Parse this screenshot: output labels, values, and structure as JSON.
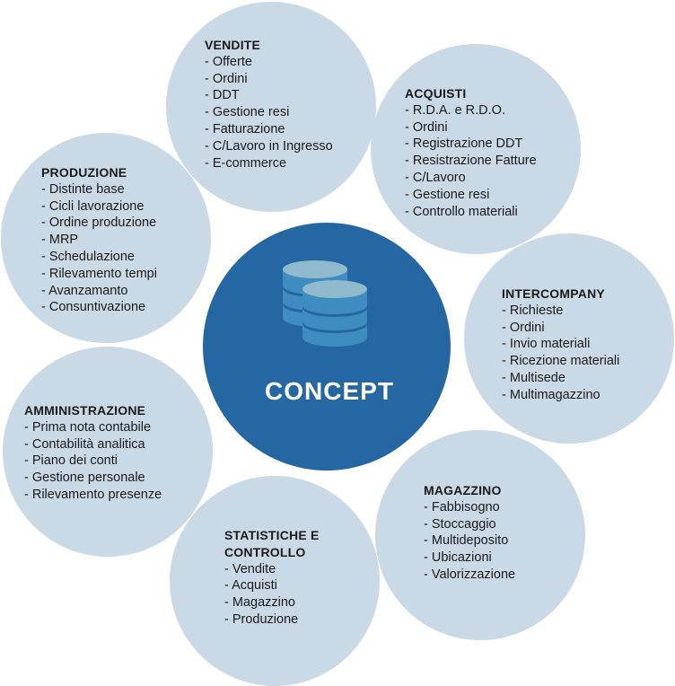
{
  "colors": {
    "module_bubble": "#c9d9e6",
    "center_bubble": "#2467a3",
    "icon_top": "#8fb9cd",
    "icon_side": "#3f8cc0",
    "icon_band": "#2467a3",
    "text_dark": "#1a1a1a",
    "text_light": "#ffffff"
  },
  "center": {
    "title": "CONCEPT",
    "icon": "database-icon"
  },
  "modules": {
    "vendite": {
      "title": "VENDITE",
      "items": [
        "Offerte",
        "Ordini",
        "DDT",
        "Gestione resi",
        "Fatturazione",
        "C/Lavoro in Ingresso",
        "E-commerce"
      ]
    },
    "acquisti": {
      "title": "ACQUISTI",
      "items": [
        "R.D.A. e R.D.O.",
        "Ordini",
        "Registrazione DDT",
        "Resistrazione Fatture",
        "C/Lavoro",
        "Gestione resi",
        "Controllo materiali"
      ]
    },
    "produzione": {
      "title": "PRODUZIONE",
      "items": [
        "Distinte base",
        "Cicli lavorazione",
        "Ordine produzione",
        "MRP",
        "Schedulazione",
        "Rilevamento tempi",
        "Avanzamanto",
        "Consuntivazione"
      ]
    },
    "intercompany": {
      "title": "INTERCOMPANY",
      "items": [
        "Richieste",
        "Ordini",
        "Invio materiali",
        "Ricezione materiali",
        "Multisede",
        "Multimagazzino"
      ]
    },
    "amministrazione": {
      "title": "AMMINISTRAZIONE",
      "items": [
        "Prima nota contabile",
        "Contabilità analitica",
        "Piano dei conti",
        "Gestione personale",
        "Rilevamento presenze"
      ]
    },
    "magazzino": {
      "title": "MAGAZZINO",
      "items": [
        "Fabbisogno",
        "Stoccaggio",
        "Multideposito",
        "Ubicazioni",
        "Valorizzazione"
      ]
    },
    "statistiche": {
      "title": "STATISTICHE E CONTROLLO",
      "items": [
        "Vendite",
        "Acquisti",
        "Magazzino",
        "Produzione"
      ]
    }
  }
}
